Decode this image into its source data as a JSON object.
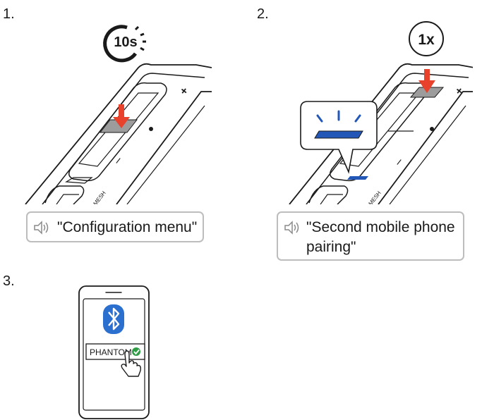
{
  "steps": [
    {
      "number": "1.",
      "badge": "10s",
      "voice_prompt": "\"Configuration menu\""
    },
    {
      "number": "2.",
      "badge": "1x",
      "voice_prompt_line1": "\"Second mobile phone",
      "voice_prompt_line2": "pairing\""
    },
    {
      "number": "3.",
      "device_name": "PHANTOM"
    }
  ],
  "device": {
    "mesh_label": "MESH",
    "plus_label": "+",
    "minus_label": "–"
  },
  "colors": {
    "arrow": "#e8412c",
    "led": "#2357b7",
    "highlight": "#9c9c9c",
    "outline": "#1a1a1a",
    "check": "#2e9d45",
    "bluetooth": "#2b6fcf"
  },
  "icons": [
    "timer-icon",
    "press-arrow-icon",
    "speaker-icon",
    "led-glow-icon",
    "bluetooth-icon",
    "check-icon",
    "hand-pointer-icon",
    "phone-icon"
  ]
}
